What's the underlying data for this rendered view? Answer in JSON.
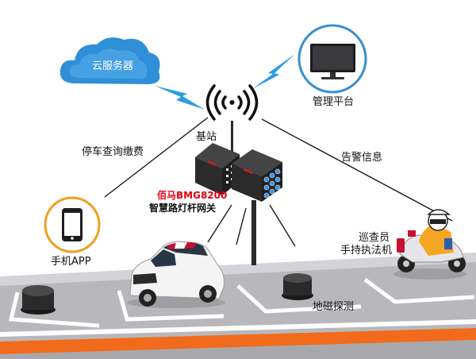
{
  "labels": {
    "cloud": "云服务器",
    "management": "管理平台",
    "base_station": "基站",
    "parking_query": "停车查询缴费",
    "alarm_info": "告警信息",
    "gateway_model": "佰马BMG8200",
    "gateway_name": "智慧路灯杆网关",
    "phone_app": "手机APP",
    "patrol_line1": "巡查员",
    "patrol_line2": "手持执法机",
    "geomagnetic": "地磁探测"
  },
  "icons": [
    "cloud-icon",
    "wifi-signal-icon",
    "monitor-icon",
    "smartphone-icon",
    "gateway-device-icon",
    "car-icon",
    "sensor-icon",
    "police-motorcycle-icon"
  ],
  "colors": {
    "cloud": "#2f8fd8",
    "lightning": "#2a9ee0",
    "phone_ring": "#f0a020",
    "monitor_ring": "#3a8fd0",
    "road": "#b8b8bc",
    "orange_stripe": "#f26a1b",
    "device": "#2b2b2b",
    "device_port": "#4a8fd8",
    "brand_red": "#e60012"
  }
}
